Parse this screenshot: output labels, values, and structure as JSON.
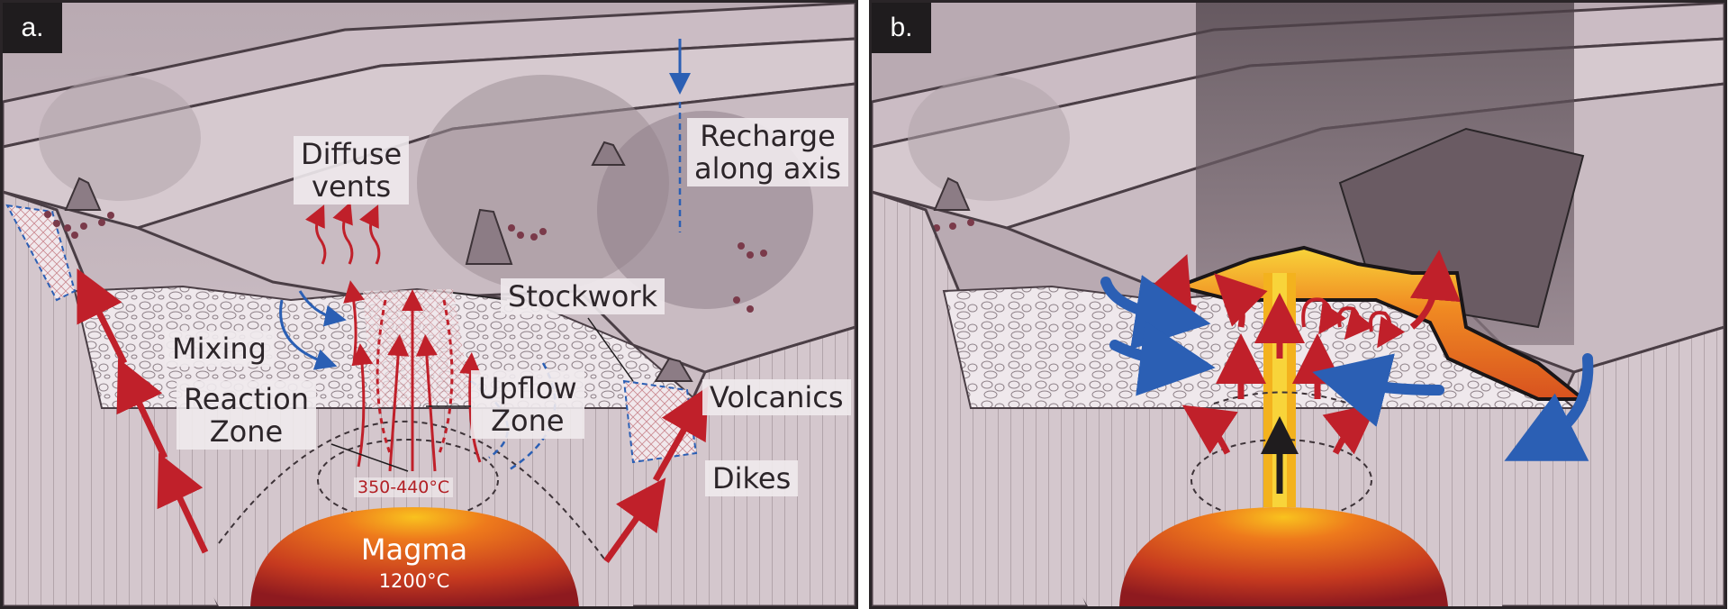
{
  "panel_a": {
    "tag": "a.",
    "labels": {
      "diffuse_vents": "Diffuse\nvents",
      "recharge": "Recharge\nalong axis",
      "stockwork": "Stockwork",
      "mixing": "Mixing",
      "reaction_zone": "Reaction\nZone",
      "upflow_zone": "Upflow\nZone",
      "volcanics": "Volcanics",
      "dikes": "Dikes",
      "temperature": "350-440°C",
      "magma": "Magma",
      "magma_temp": "1200°C"
    }
  },
  "panel_b": {
    "tag": "b."
  },
  "colors": {
    "recharge_flow": "#2b5fb4",
    "hot_flow": "#c0202a",
    "magma_top": "#f6b21c",
    "magma_mid": "#e2651c",
    "magma_bottom": "#a01e22",
    "seafloor": "#cdbfc6",
    "crust_dikes": "#b8aab1",
    "dark_smoke": "#4a3e45"
  }
}
